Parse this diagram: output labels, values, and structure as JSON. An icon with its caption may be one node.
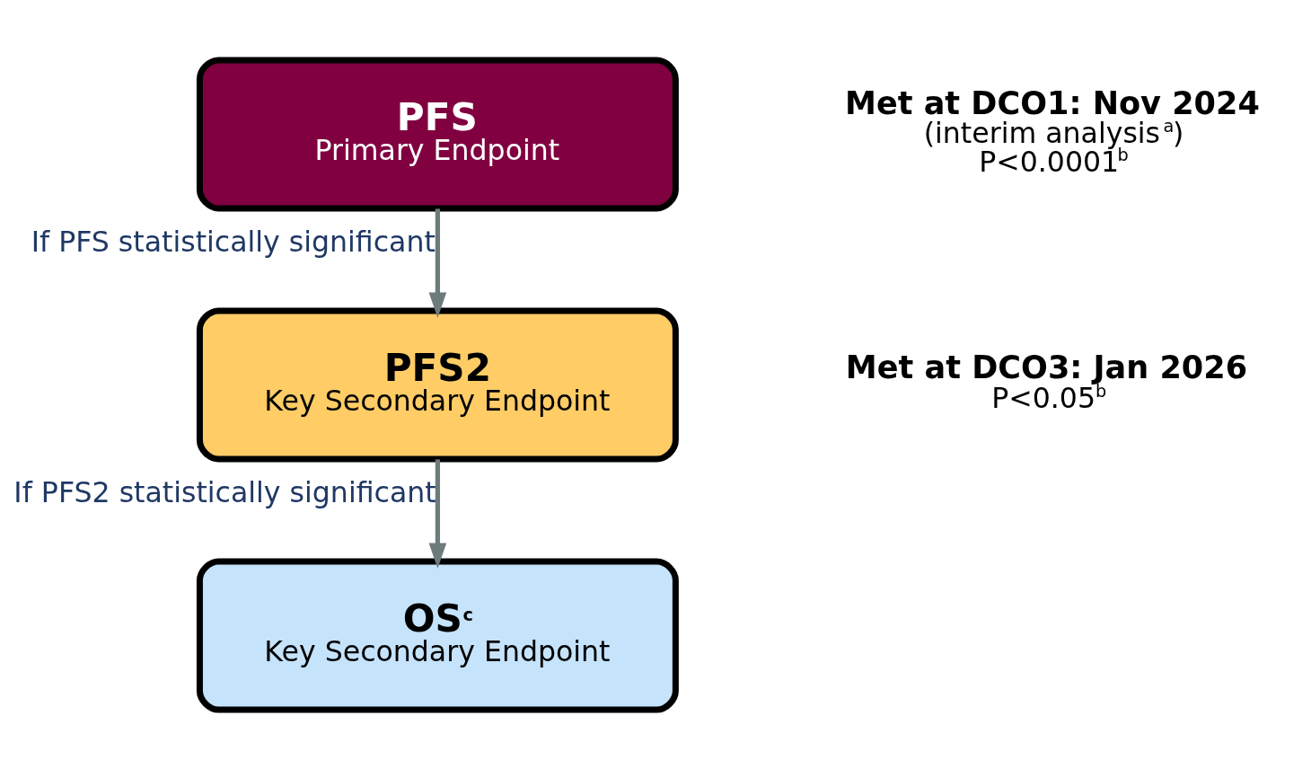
{
  "diagram": {
    "nodes": [
      {
        "text": [
          "PFS",
          "Primary Endpoint"
        ],
        "beside": [
          "Met at DCO1: Nov 2024",
          "(interim analysis$^{a}$)",
          "P<0.0001$^{b}$"
        ]
      },
      {
        "text": [
          "PFS2",
          "Key Secondary Endpoint"
        ],
        "beside": [
          "Met at DCO3: Jan 2026",
          "P<0.05$^{b}$"
        ]
      },
      {
        "text": [
          "OS$^{c}$",
          "Key Secondary Endpoint"
        ]
      }
    ],
    "edges": [
      {
        "from": 0,
        "to": 1,
        "arrow": "to",
        "label": "If PFS statistically significant"
      },
      {
        "from": 1,
        "to": 2,
        "arrow": "to",
        "label": "If PFS2 statistically significant"
      }
    ]
  }
}
